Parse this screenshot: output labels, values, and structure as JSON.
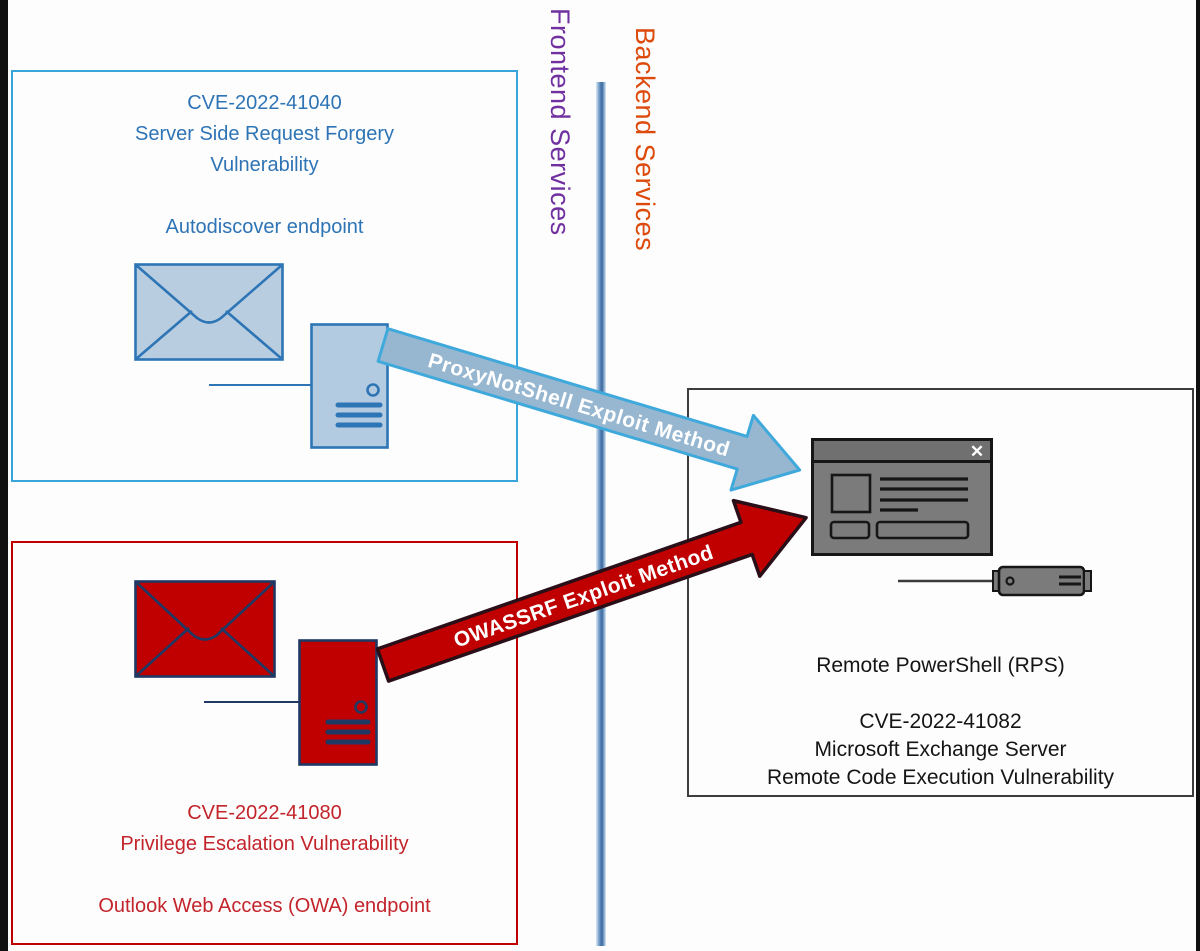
{
  "lanes": {
    "frontend_label": "Frontend Services",
    "backend_label": "Backend Services",
    "frontend_color": "#7030A0",
    "backend_color": "#DD4A0B"
  },
  "frontend_boxes": {
    "autodiscover": {
      "cve": "CVE-2022-41040",
      "vuln_line1": "Server Side Request Forgery",
      "vuln_line2": "Vulnerability",
      "endpoint": "Autodiscover endpoint",
      "text_color": "#2E74B5",
      "border_color": "#3AA5DA",
      "icon_fill": "#B9CDE1",
      "icon_stroke": "#2E75B6",
      "icons": [
        "envelope-icon",
        "server-icon"
      ]
    },
    "owa": {
      "cve": "CVE-2022-41080",
      "vuln_line1": "Privilege Escalation Vulnerability",
      "endpoint": "Outlook Web Access (OWA) endpoint",
      "text_color": "#C3242B",
      "border_color": "#C00000",
      "icon_fill": "#C00000",
      "icon_stroke": "#1F3864",
      "icons": [
        "envelope-icon",
        "server-icon"
      ]
    }
  },
  "backend_box": {
    "title": "Remote PowerShell (RPS)",
    "cve": "CVE-2022-41082",
    "vuln_line1": "Microsoft Exchange Server",
    "vuln_line2": "Remote Code Execution Vulnerability",
    "border_color": "#3D3D3D",
    "icon_fill": "#7B7B7B",
    "icon_stroke": "#161616",
    "icons": [
      "window-icon",
      "usb-device-icon"
    ],
    "window": {
      "close_glyph": "✕"
    }
  },
  "arrows": {
    "proxynotshell": {
      "label": "ProxyNotShell Exploit Method",
      "fill": "#97B7D1",
      "stroke": "#3FA9DC"
    },
    "owassrf": {
      "label": "OWASSRF Exploit Method",
      "fill": "#C00000",
      "stroke": "#2A0E18"
    }
  }
}
